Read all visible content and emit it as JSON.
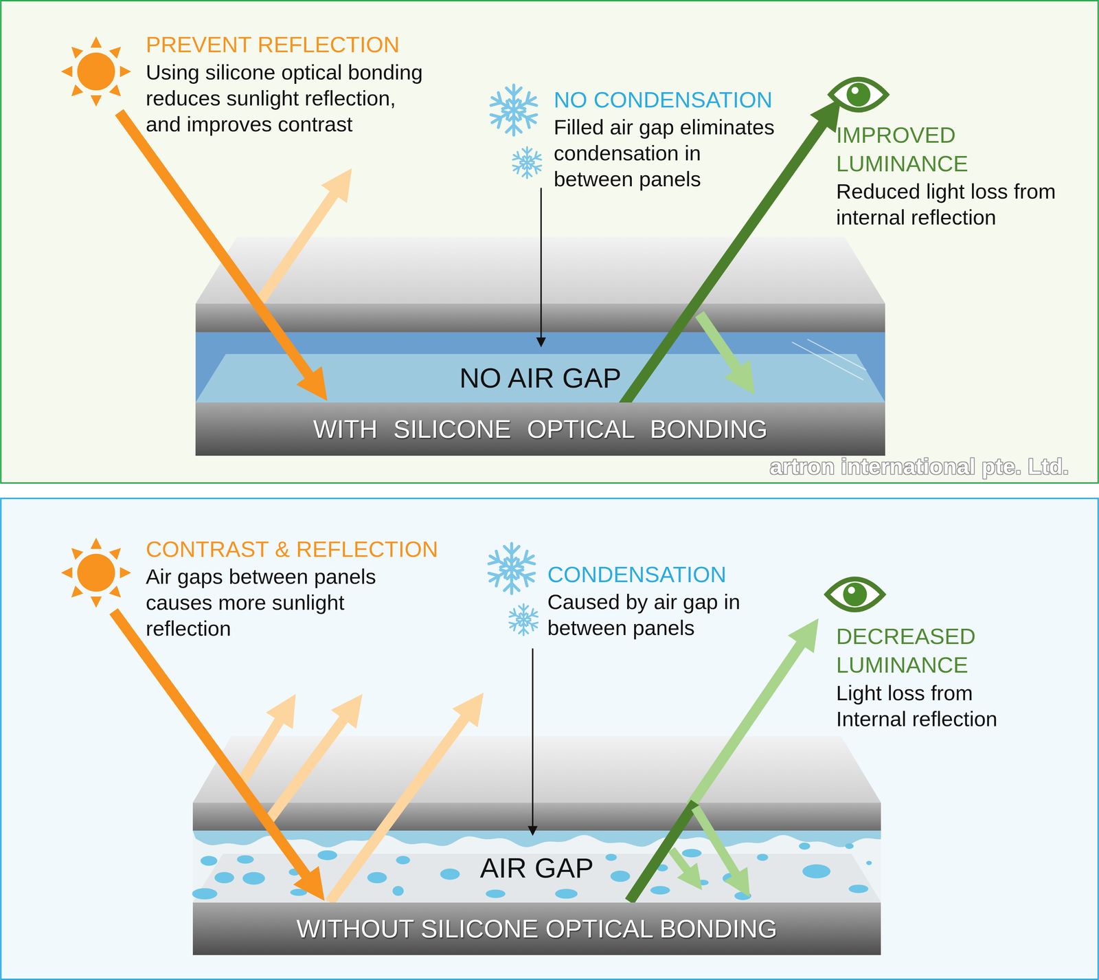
{
  "diagram": {
    "nodes": [
      {
        "text": [
          "NO AIR GAP"
        ]
      },
      {
        "text": [
          "WITH SILICONE OPTICAL BONDING"
        ]
      },
      {
        "text": [
          "AIR GAP"
        ]
      },
      {
        "text": [
          "WITHOUT SILICONE OPTICAL BONDING"
        ]
      }
    ],
    "labels": [
      "PREVENT REFLECTION",
      "Using silicone optical bonding reduces sunlight reflection, and improves contrast",
      "NO CONDENSATION",
      "Filled air gap eliminates condensation in between panels",
      "IMPROVED LUMINANCE",
      "Reduced light loss from internal reflection",
      "artron international pte. Ltd.",
      "CONTRAST & REFLECTION",
      "Air gaps between panels causes more sunlight reflection",
      "CONDENSATION",
      "Caused by air gap in between panels",
      "DECREASED LUMINANCE",
      "Light loss from Internal reflection"
    ]
  }
}
